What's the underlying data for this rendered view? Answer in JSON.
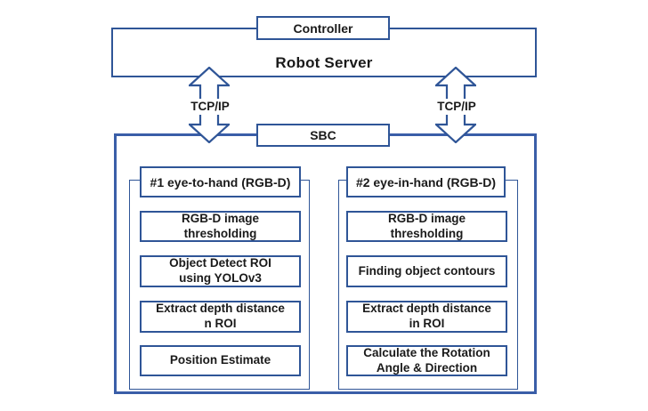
{
  "controller": {
    "label": "Controller"
  },
  "robot_server": {
    "label": "Robot Server"
  },
  "sbc": {
    "label": "SBC"
  },
  "links": {
    "left_label": "TCP/IP",
    "right_label": "TCP/IP"
  },
  "pipelines": [
    {
      "title": "#1 eye-to-hand (RGB-D)",
      "steps": [
        "RGB-D image\nthresholding",
        "Object Detect ROI\nusing YOLOv3",
        "Extract depth distance\nn ROI",
        "Position Estimate"
      ]
    },
    {
      "title": "#2 eye-in-hand (RGB-D)",
      "steps": [
        "RGB-D image\nthresholding",
        "Finding object contours",
        "Extract depth distance\nin ROI",
        "Calculate the Rotation\nAngle & Direction"
      ]
    }
  ],
  "colors": {
    "border_blue": "#2f5597",
    "outer_border_blue": "#3a5ea8",
    "text": "#1a1a1a",
    "background": "#ffffff"
  }
}
